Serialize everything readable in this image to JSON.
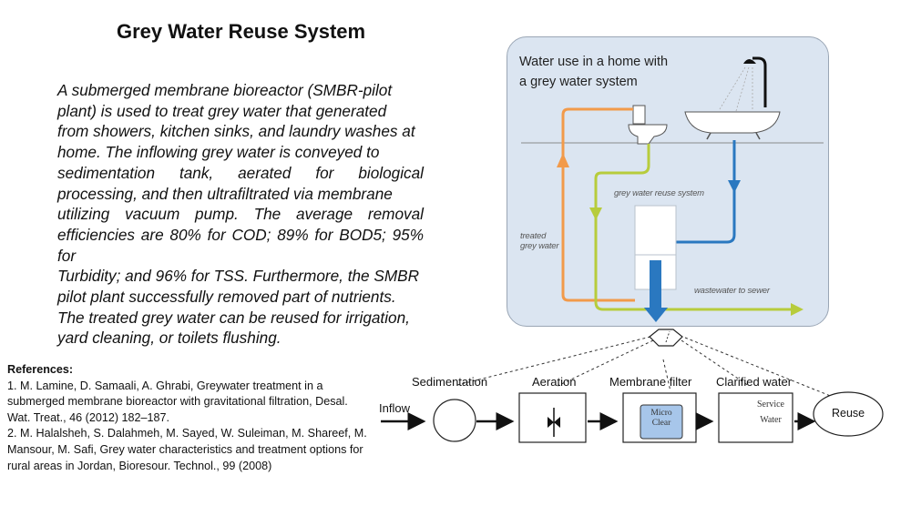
{
  "title": "Grey Water Reuse System",
  "description_lines": [
    "A submerged membrane bioreactor (SMBR-pilot",
    "plant) is used to treat grey water that generated",
    "from showers, kitchen sinks, and laundry washes at",
    "home. The inflowing grey water is conveyed to",
    "sedimentation tank, aerated for biological",
    "processing, and then ultrafiltrated via membrane",
    "utilizing vacuum pump. The average removal",
    "efficiencies are 80% for COD; 89% for BOD5; 95% for",
    "Turbidity; and 96% for TSS. Furthermore, the SMBR",
    "pilot plant successfully removed part of nutrients.",
    "The treated grey water can be reused for irrigation,",
    "yard cleaning, or toilets flushing."
  ],
  "references": {
    "heading": "References:",
    "items": [
      "1. M. Lamine, D. Samaali, A. Ghrabi, Greywater treatment in a submerged membrane bioreactor with gravitational filtration, Desal. Wat. Treat., 46 (2012) 182–187.",
      "2. M. Halalsheh, S. Dalahmeh, M. Sayed, W. Suleiman, M. Shareef, M. Mansour, M. Safi, Grey water characteristics and treatment options for rural areas in Jordan, Bioresour. Technol., 99 (2008)"
    ]
  },
  "house_diagram": {
    "title_lines": [
      "Water use in a home with",
      "a grey water system"
    ],
    "system_label": "grey water reuse system",
    "treated_label_lines": [
      "treated",
      "grey water"
    ],
    "sewer_label": "wastewater to sewer",
    "colors": {
      "treated": "#f29a4a",
      "grey_water": "#b7cc3c",
      "wastewater": "#2a78c0",
      "panel": "#dbe5f1"
    }
  },
  "process_flow": {
    "inflow": "Inflow",
    "stages": [
      "Sedimentation",
      "Aeration",
      "Membrane filter",
      "Clarified water"
    ],
    "membrane_text_lines": [
      "Micro",
      "Clear"
    ],
    "service_text_lines": [
      "Service",
      "Water"
    ],
    "reuse": "Reuse"
  }
}
